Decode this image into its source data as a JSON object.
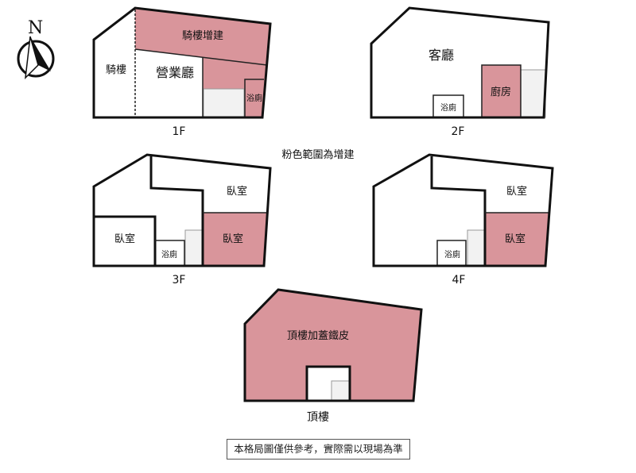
{
  "colors": {
    "addition": "#d9959b",
    "wall": "#111111"
  },
  "compass": {
    "label": "N"
  },
  "floors": {
    "f1": {
      "label": "1F",
      "rooms": {
        "arcade": "騎樓",
        "arcade_ext": "騎樓增建",
        "hall": "營業廳",
        "bath": "浴廁"
      }
    },
    "f2": {
      "label": "2F",
      "rooms": {
        "living": "客廳",
        "kitchen": "廚房",
        "bath": "浴廁"
      }
    },
    "f3": {
      "label": "3F",
      "rooms": {
        "bed_top": "臥室",
        "bed_left": "臥室",
        "bed_pink": "臥室",
        "bath": "浴廁"
      }
    },
    "f4": {
      "label": "4F",
      "rooms": {
        "bed_top": "臥室",
        "bed_pink": "臥室",
        "bath": "浴廁"
      }
    },
    "roof": {
      "label": "頂樓",
      "rooms": {
        "addition": "頂樓加蓋鐵皮"
      }
    }
  },
  "legend": "粉色範圍為增建",
  "note": "本格局圖僅供參考，實際需以現場為準"
}
